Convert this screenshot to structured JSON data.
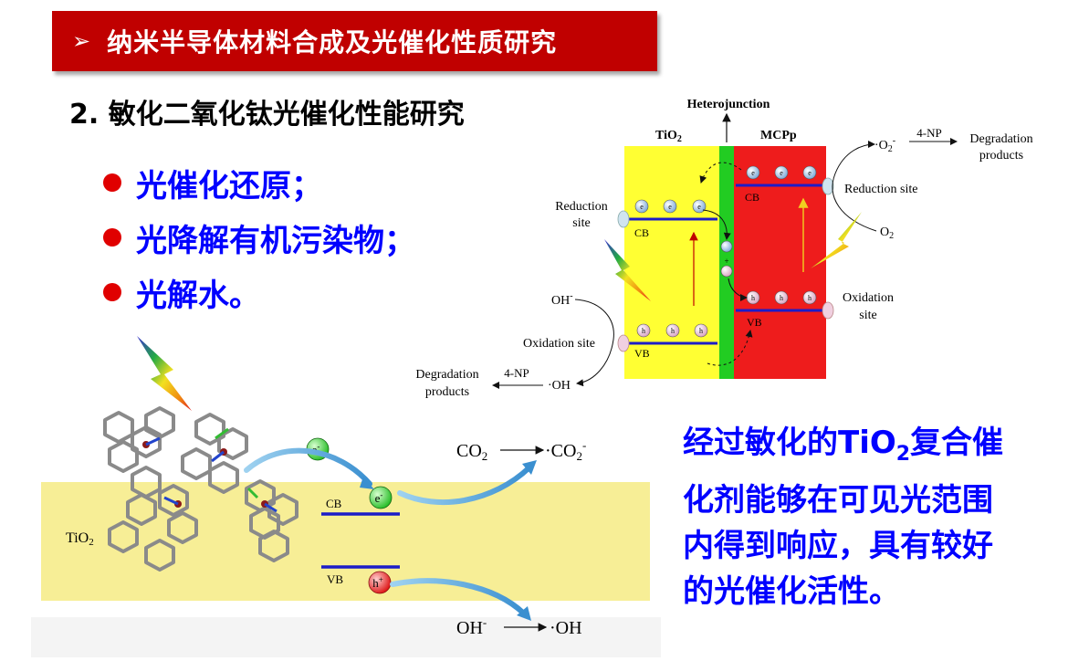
{
  "banner": {
    "arrow_glyph": "➢",
    "title": "纳米半导体材料合成及光催化性质研究"
  },
  "subtitle": "2. 敏化二氧化钛光催化性能研究",
  "bullets": [
    "光催化还原；",
    "光降解有机污染物；",
    "光解水。"
  ],
  "summary": {
    "line1_pre": "经过敏化的TiO",
    "line1_sub": "2",
    "line1_post": "复合催",
    "line2": "化剂能够在可见光范围",
    "line3": "内得到响应，具有较好",
    "line4": "的光催化活性。"
  },
  "heterojunction": {
    "top_label": "Heterojunction",
    "tio2_label": "TiO",
    "tio2_sub": "2",
    "mcpp_label": "MCPp",
    "cb": "CB",
    "vb": "VB",
    "electron": "e",
    "electron_sup": "-",
    "hole": "h",
    "hole_sup": "+",
    "plus_sign": "+",
    "reduction_site_left_1": "Reduction",
    "reduction_site_left_2": "site",
    "reduction_site_right": "Reduction site",
    "oxidation_site_left": "Oxidation site",
    "oxidation_site_right_1": "Oxidation",
    "oxidation_site_right_2": "site",
    "o2": "O",
    "o2_sub": "2",
    "o2_radical_dot": "·O",
    "o2_radical_sub": "2",
    "o2_radical_sup": "-",
    "np_top": "4-NP",
    "np_bottom": "4-NP",
    "degradation_top_1": "Degradation",
    "degradation_top_2": "products",
    "degradation_bottom_1": "Degradation",
    "degradation_bottom_2": "products",
    "oh_minus": "OH",
    "oh_minus_sup": "-",
    "oh_radical": "·OH"
  },
  "sensitized": {
    "tio2_label": "TiO",
    "tio2_sub": "2",
    "cb": "CB",
    "vb": "VB",
    "electron": "e",
    "electron_sup": "-",
    "hole": "h",
    "hole_sup": "+",
    "co2": "CO",
    "co2_sub": "2",
    "co2_radical": "·CO",
    "co2_radical_sub": "2",
    "co2_radical_sup": "-",
    "oh_minus": "OH",
    "oh_minus_sup": "-",
    "oh_radical": "·OH"
  },
  "colors": {
    "banner_red": "#c00000",
    "bullet_text_blue": "#0000ff",
    "bullet_dot_red": "#e00000",
    "tio2_yellow": "#ffff33",
    "mcpp_red": "#ee1c1c",
    "junction_green": "#22cc22",
    "band_blue": "#1c1cc8",
    "substrate_yellow": "#f7ee96"
  }
}
